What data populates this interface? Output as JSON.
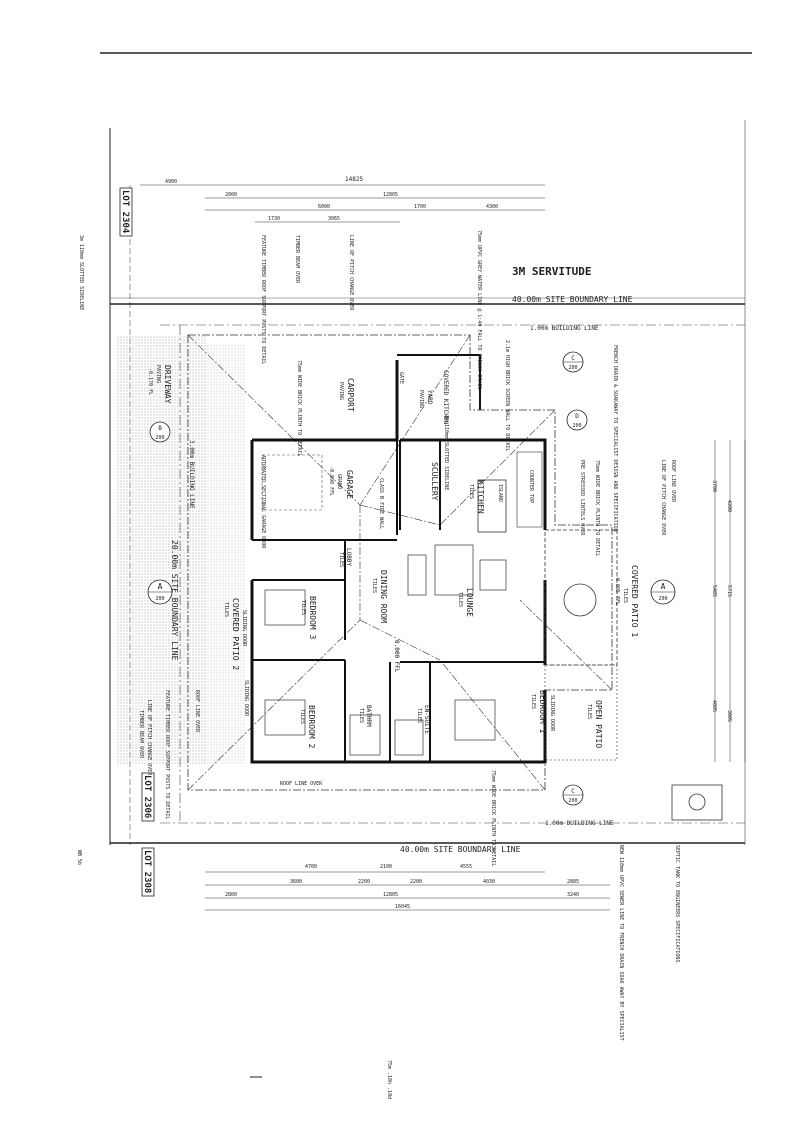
{
  "servitude": "3M SERVITUDE",
  "boundary_top": "40.00m SITE BOUNDARY LINE",
  "boundary_bottom": "40.00m SITE BOUNDARY LINE",
  "building_line_top": "1.00m BUILDING LINE",
  "building_line_bottom": "1.00m BUILDING LINE",
  "building_line_side": "3.00m BUILDING LINE",
  "site_boundary_side": "20.00m SITE BOUNDARY LINE",
  "lots": {
    "lot_2304": "LOT 2304",
    "lot_2306": "LOT 2306",
    "lot_2308": "LOT 2308"
  },
  "top_dims": {
    "overall": "14825",
    "d4900": "4900",
    "d2800": "2800",
    "d12805": "12805",
    "d6000": "6000",
    "d1700": "1700",
    "d4300": "4300",
    "d1730": "1730",
    "d3065": "3065"
  },
  "bottom_dims": {
    "d4700": "4700",
    "d2100": "2100",
    "d4555": "4555",
    "d3600": "3600",
    "d2200": "2200",
    "d4030": "4030",
    "d2885": "2885",
    "d2800": "2800",
    "d12805": "12805",
    "d3240": "3240",
    "overall": "16045"
  },
  "right_dims": {
    "d3700": "3700",
    "d4200": "4200",
    "d5485": "5485",
    "d5715": "5715",
    "d4005": "4005",
    "d3005": "3005"
  },
  "rooms": {
    "garage": {
      "name": "GARAGE",
      "floor": "GRANO",
      "level": "-0.090 FFL"
    },
    "carport": {
      "name": "CARPORT",
      "floor": "PAVING"
    },
    "yard": {
      "name": "YARD",
      "floor": "PAVING"
    },
    "covered_kitchen": "COVERED KITCHEN",
    "scullery": "SCULLERY",
    "kitchen": {
      "name": "KITCHEN",
      "floor": "TILES"
    },
    "lobby": {
      "name": "LOBBY",
      "floor": "TILES"
    },
    "dining": {
      "name": "DINING ROOM",
      "floor": "TILES"
    },
    "lounge": {
      "name": "LOUNGE",
      "floor": "TILES"
    },
    "bedroom3": {
      "name": "BEDROOM 3",
      "floor": "TILES"
    },
    "bedroom2": {
      "name": "BEDROOM 2",
      "floor": "TILES"
    },
    "bedroom1": {
      "name": "BEDROOM 1",
      "floor": "TILES"
    },
    "bathroom": {
      "name": "BATHRM",
      "floor": "TILES"
    },
    "ensuite": {
      "name": "EN-SUITE",
      "floor": "TILES"
    },
    "covered_patio_1": {
      "name": "COVERED PATIO 1",
      "floor": "TILES",
      "level": "-0.095 FFL"
    },
    "covered_patio_2": {
      "name": "COVERED PATIO 2",
      "floor": "TILES"
    },
    "open_patio": {
      "name": "OPEN PATIO",
      "floor": "TILES"
    },
    "driveway": {
      "name": "DRIVEWAY",
      "floor": "PAVING",
      "level": "-0.170 FL"
    }
  },
  "ffl_main": "0.000 FFL",
  "section_markers": {
    "a_left": "A",
    "a_left_sheet": "200",
    "a_right": "A",
    "a_right_sheet": "200",
    "c_top": "C",
    "c_top_sheet": "200",
    "c_bottom": "C",
    "c_bottom_sheet": "200",
    "b_left": "B",
    "b_left_sheet": "200",
    "d_right": "D",
    "d_right_sheet": "200"
  },
  "notes": {
    "feature_timber": "FEATURE TIMBER ROOF SUPPORT POSTS TO DETAIL",
    "timber_beam": "TIMBER BEAM OVER",
    "line_of_pitch_top": "LINE OF PITCH CHANGE OVER",
    "pvc_grey_water": "75mm UPVC GREY WATER LINE @ 1:40 FALL TO FRENCH DRAIN",
    "french_drain": "FRENCH DRAIN & SOAKAWAY TO SPECIALIST DESIGN AND SPECIFICATION",
    "sideline": "3m 110mm SLOTTED SIDELINE",
    "brick_screen": "2.1m HIGH BRICK SCREEN WALL TO DETAIL",
    "plinth_top": "75mm WIDE BRICK PLINTH TO DETAIL",
    "lintel": "PRE STRESSED LINTELS OVER",
    "roof_line_right": "ROOF LINE OVER",
    "line_pitch_right": "LINE OF PITCH CHANGE OVER",
    "plinth_right": "75mm WIDE BRICK PLINTH TO DETAIL",
    "roof_line_bottom": "ROOF LINE OVER",
    "plinth_bottom": "75mm WIDE BRICK PLINTH TO DETAIL",
    "feature_left": "FEATURE TIMBER ROOF SUPPORT POSTS TO DETAIL",
    "line_pitch_left": "LINE OF PITCH CHANGE OVER",
    "timber_beam_left": "TIMBER BEAM OVER",
    "roof_line_left": "ROOF LINE OVER",
    "auto_door": "AUTOMATED SECTIONAL GARAGE DOOR",
    "sliding_door_1": "SLIDING DOOR",
    "sliding_door_2": "SLIDING DOOR",
    "sliding_door_3": "SLIDING DOOR",
    "gate": "GATE",
    "counter_top": "COUNTER TOP",
    "island": "ISLAND",
    "fire_wall": "CLASS B FIRE WALL",
    "sewer": "NEW 110mm UPVC SEWER LINE TO FRENCH DRAIN SOAK AWAY BY SPECIALIST",
    "septic": "SEPTIC TANK TO ENGINEERS SPECIFICATIONS",
    "wbd": "WB 5b",
    "bottom_small": "75m .10h .10d"
  }
}
